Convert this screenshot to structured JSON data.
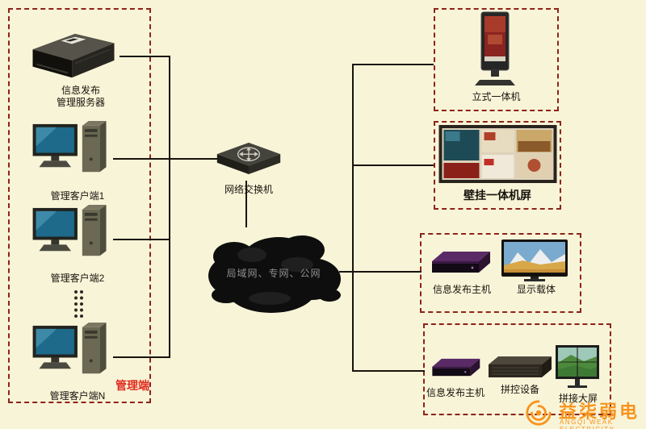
{
  "left_group": {
    "tag": "管理端",
    "server_label": "信息发布\n管理服务器",
    "clients": [
      "管理客户端1",
      "管理客户端2",
      "管理客户端N"
    ]
  },
  "network": {
    "switch_label": "网络交换机",
    "cloud_label": "局域网、专网、公网"
  },
  "right": {
    "standing_kiosk": "立式一体机",
    "wall_mounted": "壁挂一体机屏",
    "publish_host_1": "信息发布主机",
    "display_carrier": "显示载体",
    "publish_host_2": "信息发布主机",
    "splicing_controller": "拼控设备",
    "splicing_screen": "拼接大屏"
  },
  "logo": {
    "name": "益柒弱电",
    "subtitle": "ANGQI WEAK ELECTRICITY"
  },
  "colors": {
    "background": "#f8f4d8",
    "dashed_border": "#8e2318",
    "accent_red": "#e02b1e",
    "logo_orange": "#f7941d",
    "line_black": "#17140d"
  }
}
